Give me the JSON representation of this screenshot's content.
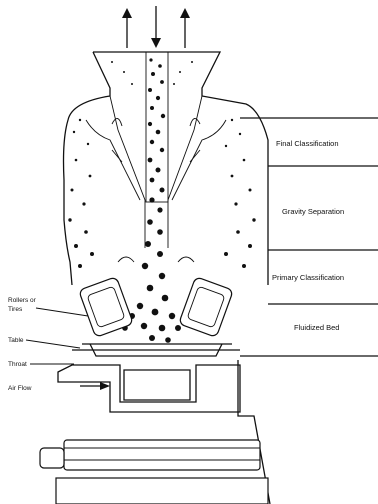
{
  "zones": [
    {
      "label": "Final Classification"
    },
    {
      "label": "Gravity Separation"
    },
    {
      "label": "Primary Classification"
    },
    {
      "label": "Fluidized Bed"
    }
  ],
  "parts": [
    {
      "label_line1": "Rollers or",
      "label_line2": "Tires"
    },
    {
      "label": "Table"
    },
    {
      "label": "Throat"
    },
    {
      "label": "Air Flow"
    }
  ]
}
